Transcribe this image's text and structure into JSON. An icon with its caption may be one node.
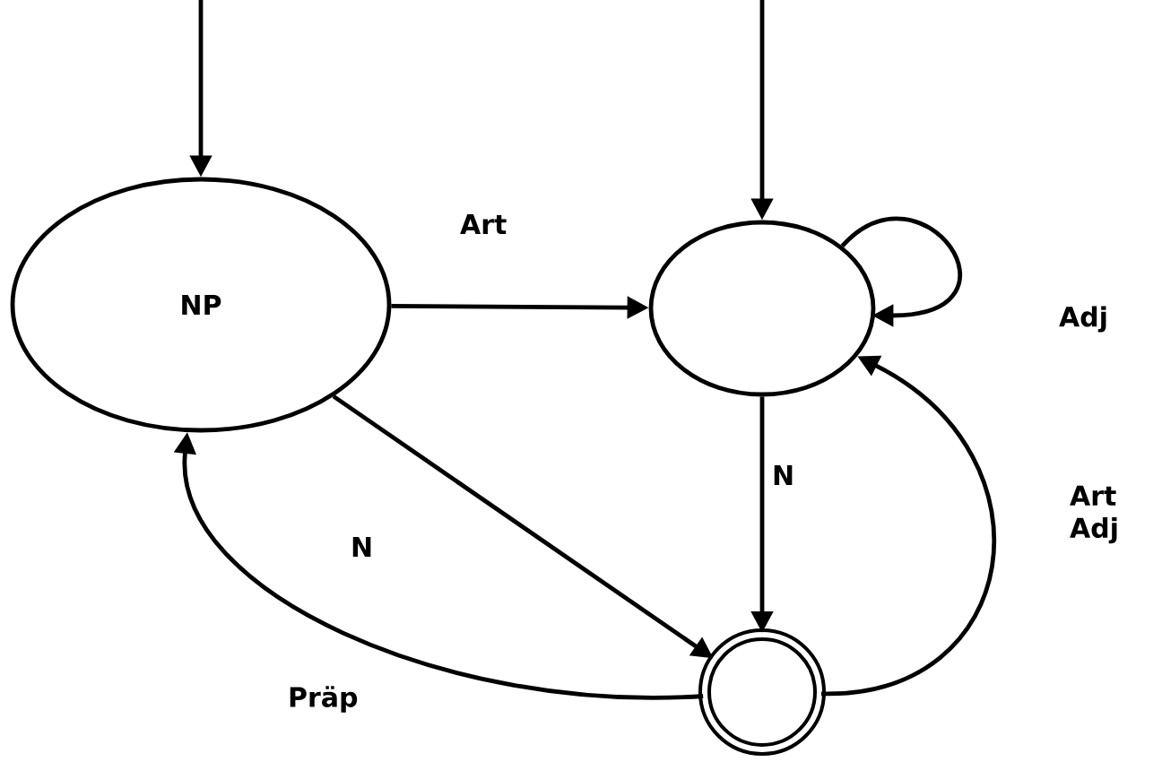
{
  "diagram": {
    "nodes": [
      {
        "text": [
          "NP"
        ]
      },
      {
        "text": [],
        "shape": "ellipse"
      },
      {
        "text": [],
        "shape": "circle"
      }
    ],
    "edges": [
      {
        "from": null,
        "to": 0,
        "arrow": "to"
      },
      {
        "from": null,
        "to": 1,
        "arrow": "to"
      },
      {
        "from": 0,
        "to": 1,
        "arrow": "to",
        "label": "Art"
      },
      {
        "from": 1,
        "to": 1,
        "arrow": "to",
        "label": "Adj"
      },
      {
        "from": 1,
        "to": 2,
        "arrow": "to",
        "label": "N"
      },
      {
        "from": 0,
        "to": 2,
        "arrow": "to",
        "label": "N"
      },
      {
        "from": 2,
        "to": 0,
        "arrow": "to",
        "label": "Präp"
      },
      {
        "from": 2,
        "to": 1,
        "arrow": "to",
        "label": "Art Adj"
      }
    ]
  }
}
